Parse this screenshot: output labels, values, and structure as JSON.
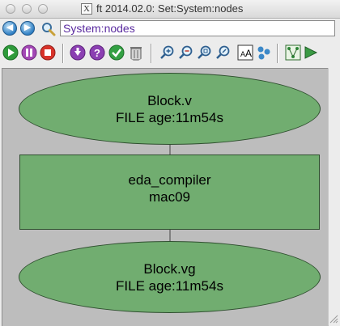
{
  "window": {
    "title": "ft 2014.02.0: Set:System:nodes"
  },
  "address": {
    "value": "System:nodes"
  },
  "icons": {
    "back": "back-arrow-icon",
    "forward": "forward-arrow-icon",
    "search": "magnifier-icon",
    "run": "play-icon",
    "pause": "pause-icon",
    "stop": "stop-icon",
    "download": "download-icon",
    "help": "help-icon",
    "check": "check-icon",
    "trash": "trash-icon",
    "zoom_in": "zoom-in-icon",
    "zoom_out": "zoom-out-icon",
    "zoom_fit": "zoom-fit-icon",
    "zoom_reset": "zoom-reset-icon",
    "font": "font-size-icon",
    "layout": "layout-icon",
    "tree": "tree-icon",
    "expand": "expand-icon"
  },
  "colors": {
    "node_fill": "#71ad70",
    "canvas": "#bdbdbd",
    "address_text": "#5b2ca0"
  },
  "graph": {
    "nodes": [
      {
        "shape": "ellipse",
        "line1": "Block.v",
        "line2": "FILE age:11m54s"
      },
      {
        "shape": "box",
        "line1": "eda_compiler",
        "line2": "mac09"
      },
      {
        "shape": "ellipse",
        "line1": "Block.vg",
        "line2": "FILE age:11m54s"
      }
    ]
  }
}
